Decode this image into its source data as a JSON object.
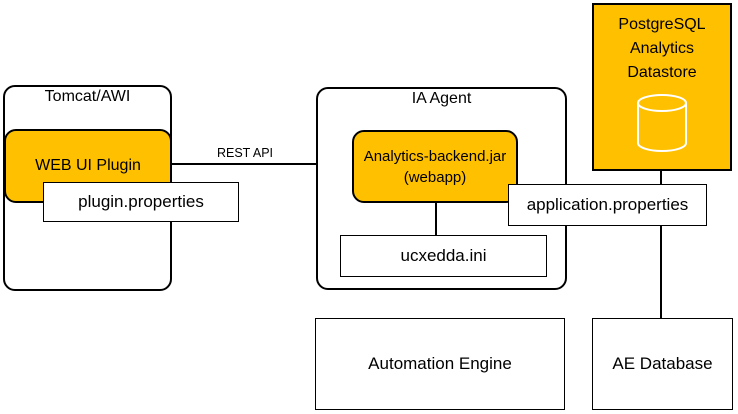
{
  "colors": {
    "accent_fill": "#FFC000",
    "line": "#000000",
    "background": "#FFFFFF"
  },
  "containers": {
    "tomcat": {
      "title": "Tomcat/AWI"
    },
    "ia_agent": {
      "title": "IA Agent"
    }
  },
  "nodes": {
    "web_ui_plugin": {
      "label": "WEB UI Plugin"
    },
    "plugin_properties": {
      "label": "plugin.properties"
    },
    "analytics_backend": {
      "line1": "Analytics-backend.jar",
      "line2": "(webapp)"
    },
    "ucxedda": {
      "label": "ucxedda.ini"
    },
    "application_properties": {
      "label": "application.properties"
    },
    "postgresql_datastore": {
      "line1": "PostgreSQL",
      "line2": "Analytics",
      "line3": "Datastore"
    },
    "automation_engine": {
      "label": "Automation Engine"
    },
    "ae_database": {
      "label": "AE Database"
    }
  },
  "connections": {
    "rest_api_label": "REST API"
  },
  "icons": {
    "database_cylinder": "database-cylinder-icon"
  }
}
